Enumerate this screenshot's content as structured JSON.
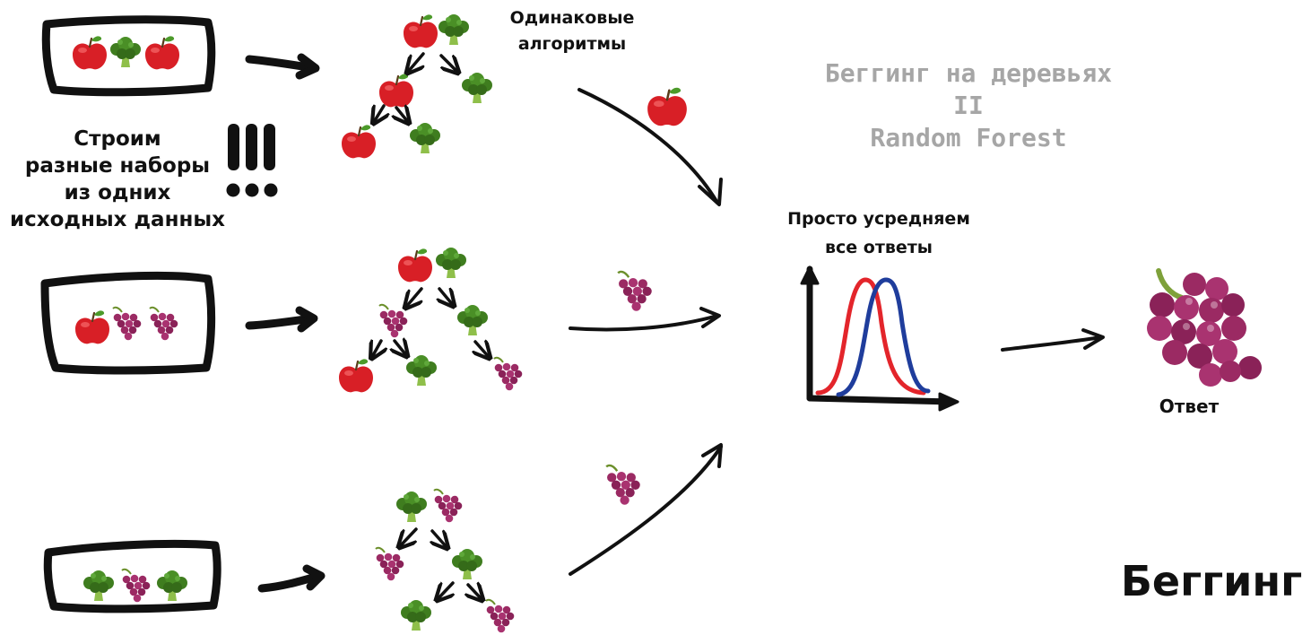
{
  "texts": {
    "same_algorithms_line1": "Одинаковые",
    "same_algorithms_line2": "алгоритмы",
    "build_line1": "Строим",
    "build_line2": "разные наборы",
    "build_line3": "из одних",
    "build_line4": "исходных данных",
    "bagging_trees_line1": "Беггинг на деревьях",
    "bagging_trees_line2": "II",
    "bagging_trees_line3": "Random Forest",
    "average_line1": "Просто усредняем",
    "average_line2": "все ответы",
    "answer": "Ответ",
    "bagging": "Беггинг"
  },
  "icons": [
    "apple-icon",
    "broccoli-icon",
    "grapes-icon",
    "exclamation-icon",
    "ellipsis-icon"
  ],
  "colors": {
    "ink": "#111111",
    "gray_text": "#a6a6a6",
    "apple": "#d81f26",
    "broccoli": "#3f7d1f",
    "grapes": "#9b2a63",
    "curve_red": "#e3252b",
    "curve_blue": "#1f3d9c"
  },
  "datasets": [
    [
      "apple",
      "broccoli",
      "apple"
    ],
    [
      "apple",
      "grapes",
      "grapes"
    ],
    [
      "broccoli",
      "grapes",
      "broccoli"
    ]
  ],
  "tree_predictions": [
    "apple",
    "grapes",
    "grapes"
  ],
  "final_answer": "grapes"
}
